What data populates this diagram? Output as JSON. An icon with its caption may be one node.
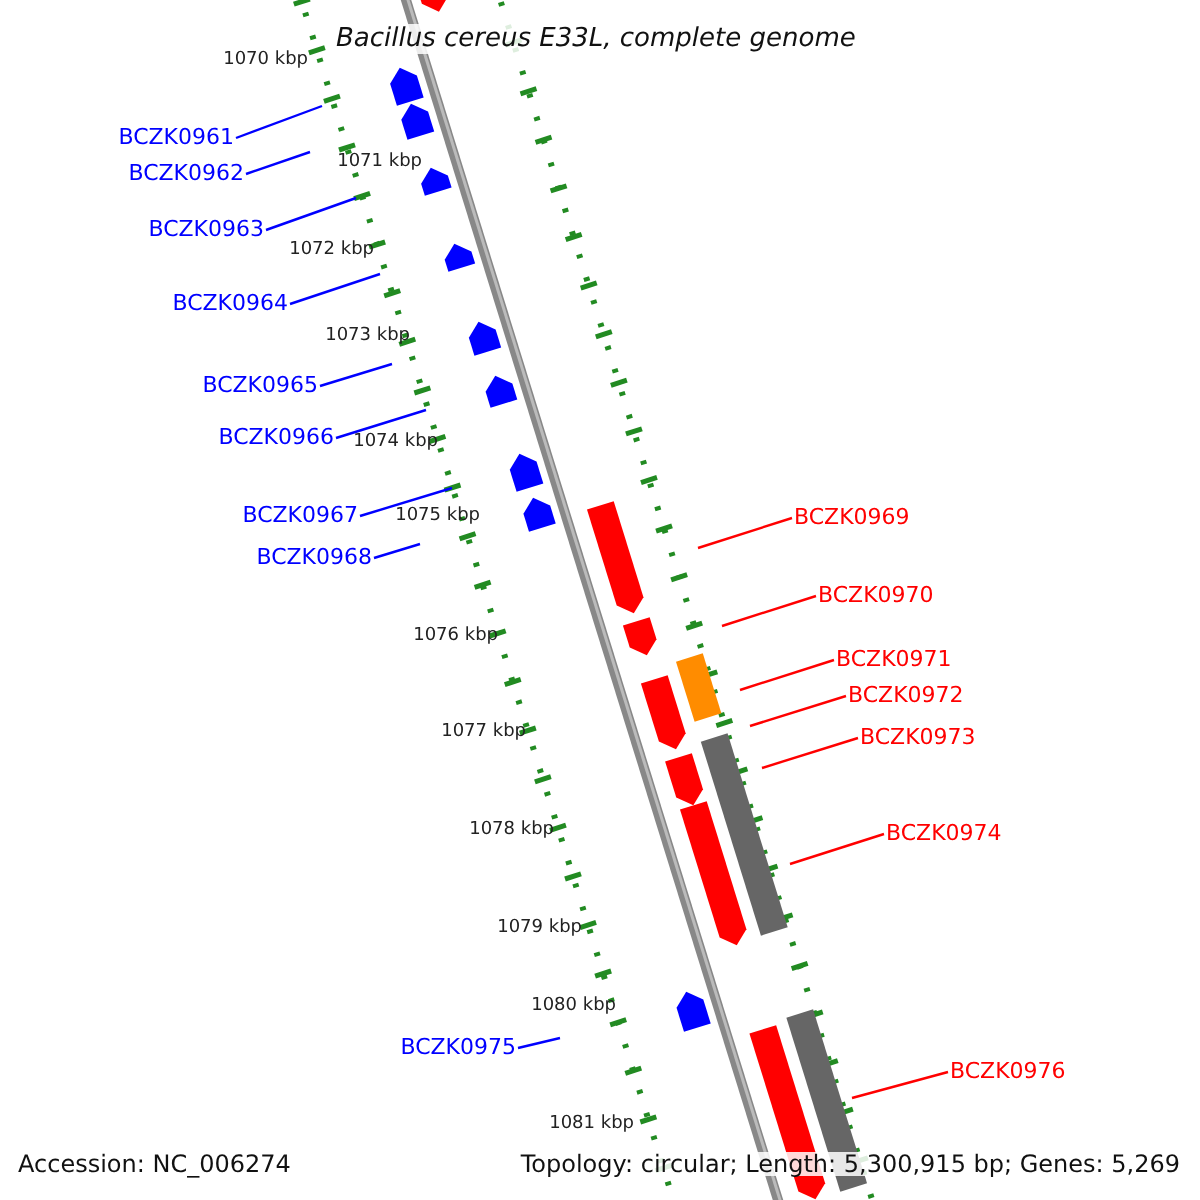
{
  "diagram": {
    "title": "Bacillus cereus E33L, complete genome",
    "nodes": [
      {
        "text": [
          "BCZK0961"
        ]
      },
      {
        "text": [
          "BCZK0962"
        ]
      },
      {
        "text": [
          "BCZK0963"
        ]
      },
      {
        "text": [
          "BCZK0964"
        ]
      },
      {
        "text": [
          "BCZK0965"
        ]
      },
      {
        "text": [
          "BCZK0966"
        ]
      },
      {
        "text": [
          "BCZK0967"
        ]
      },
      {
        "text": [
          "BCZK0968"
        ]
      },
      {
        "text": [
          "BCZK0969"
        ]
      },
      {
        "text": [
          "BCZK0970"
        ]
      },
      {
        "text": [
          "BCZK0971"
        ]
      },
      {
        "text": [
          "BCZK0972"
        ]
      },
      {
        "text": [
          "BCZK0973"
        ]
      },
      {
        "text": [
          "BCZK0974"
        ]
      },
      {
        "text": [
          "BCZK0975"
        ]
      },
      {
        "text": [
          "BCZK0976"
        ]
      }
    ],
    "edges": [
      {
        "from": 0,
        "to": null,
        "arrow": "none"
      },
      {
        "from": 1,
        "to": null,
        "arrow": "none"
      },
      {
        "from": 2,
        "to": null,
        "arrow": "none"
      },
      {
        "from": 3,
        "to": null,
        "arrow": "none"
      },
      {
        "from": 4,
        "to": null,
        "arrow": "none"
      },
      {
        "from": 5,
        "to": null,
        "arrow": "none"
      },
      {
        "from": 6,
        "to": null,
        "arrow": "none"
      },
      {
        "from": 7,
        "to": null,
        "arrow": "none"
      },
      {
        "from": 8,
        "to": null,
        "arrow": "none",
        "color": "#ff0000"
      },
      {
        "from": 9,
        "to": null,
        "arrow": "none",
        "color": "#ff0000"
      },
      {
        "from": 10,
        "to": null,
        "arrow": "none",
        "color": "#ff0000"
      },
      {
        "from": 11,
        "to": null,
        "arrow": "none",
        "color": "#ff0000"
      },
      {
        "from": 12,
        "to": null,
        "arrow": "none",
        "color": "#ff0000"
      },
      {
        "from": 13,
        "to": null,
        "arrow": "none",
        "color": "#ff0000"
      },
      {
        "from": 14,
        "to": null,
        "arrow": "none"
      },
      {
        "from": 15,
        "to": null,
        "arrow": "none",
        "color": "#ff0000"
      }
    ],
    "labels": [
      "1070 kbp",
      "1071 kbp",
      "1072 kbp",
      "1073 kbp",
      "1074 kbp",
      "1075 kbp",
      "1076 kbp",
      "1077 kbp",
      "1078 kbp",
      "1079 kbp",
      "1080 kbp",
      "1081 kbp",
      "Accession: NC_006274",
      "Topology: circular; Length: 5,300,915 bp; Genes: 5,269"
    ]
  }
}
